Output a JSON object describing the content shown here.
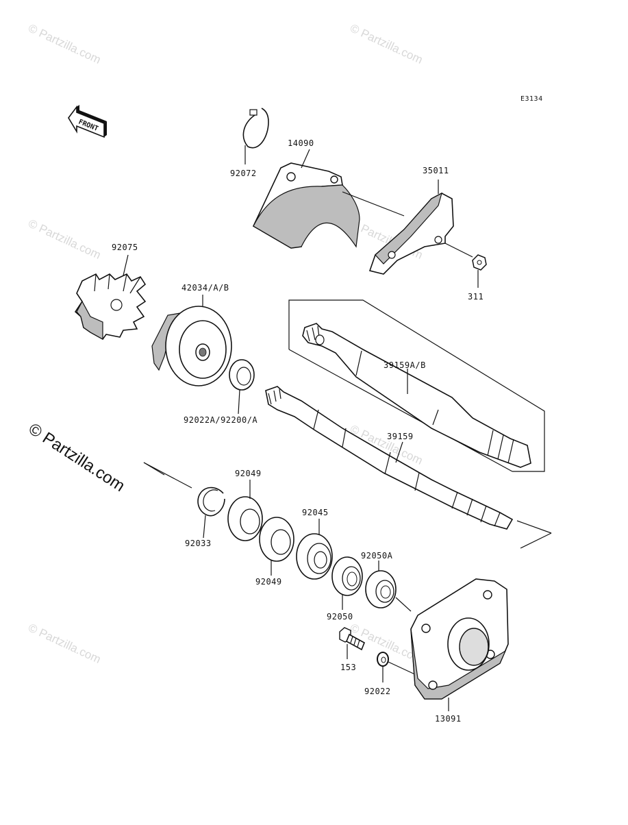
{
  "diagram_code": "E3134",
  "direction_label": "FRONT",
  "watermark": {
    "text": "© Partzilla.com",
    "main_text": "© Partzilla.com"
  },
  "part_labels": {
    "p92072": "92072",
    "p14090": "14090",
    "p35011": "35011",
    "p311": "311",
    "p92075": "92075",
    "p42034": "42034/A/B",
    "p39159AB": "39159A/B",
    "p92022A": "92022A/92200/A",
    "p39159": "39159",
    "p92049a": "92049",
    "p92033": "92033",
    "p92049b": "92049",
    "p92045": "92045",
    "p92050A": "92050A",
    "p92050": "92050",
    "p153": "153",
    "p92022": "92022",
    "p13091": "13091"
  }
}
